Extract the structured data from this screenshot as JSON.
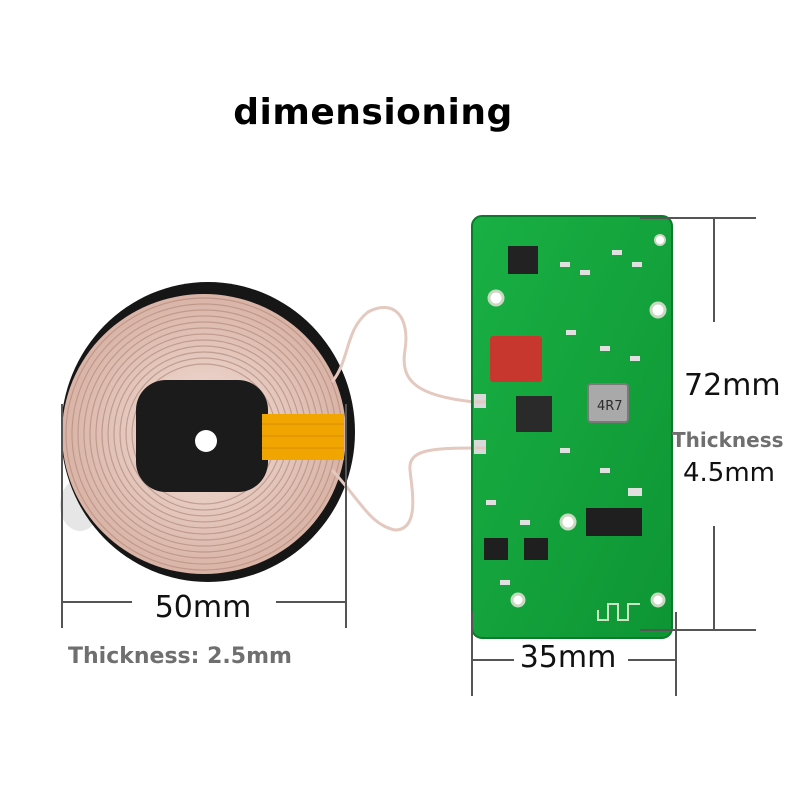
{
  "title": "dimensioning",
  "coil": {
    "width_label": "50mm",
    "thickness_label": "Thickness: 2.5mm"
  },
  "board": {
    "width_label": "35mm",
    "height_label": "72mm",
    "thickness_label": "Thickness",
    "thickness_value": "4.5mm",
    "inductor_marking": "4R7"
  },
  "colors": {
    "pcb_green": "#12a33a",
    "coil_wire": "#e8c9bf",
    "coil_tape": "#f0a500",
    "ferrite": "#1a1a1a",
    "capacitor": "#c8372d"
  }
}
